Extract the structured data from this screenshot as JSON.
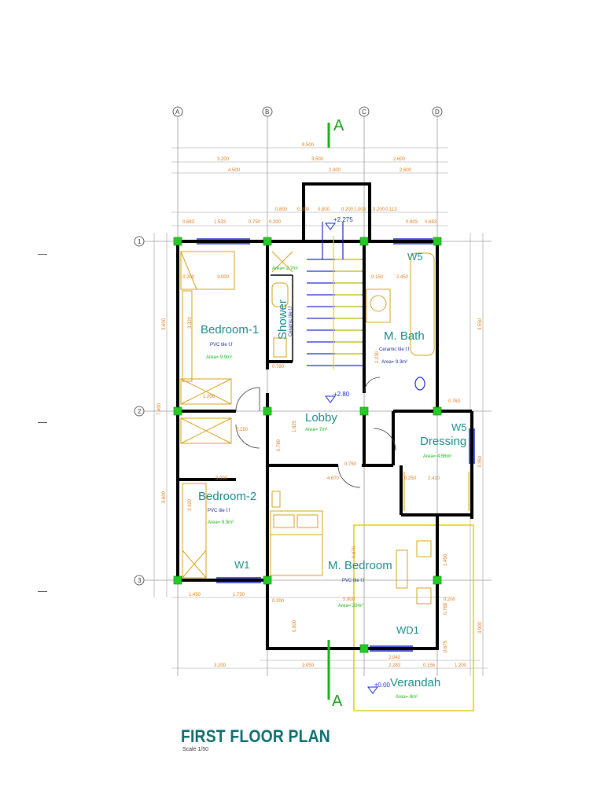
{
  "drawing": {
    "title": "FIRST FLOOR PLAN",
    "scale": "Scale 1/50"
  },
  "grid": {
    "columns": [
      "A",
      "B",
      "C",
      "D"
    ],
    "rows": [
      "1",
      "2",
      "3"
    ]
  },
  "section_marks": {
    "top": "A",
    "bottom": "A"
  },
  "rooms": {
    "bedroom1": {
      "name": "Bedroom-1",
      "finish": "PVC tile f.f",
      "area": "Area= 9.9m²"
    },
    "bedroom2": {
      "name": "Bedroom-2",
      "finish": "PVC tile f.f",
      "area": "Area= 9.9m²"
    },
    "shower": {
      "name": "Shower",
      "finish": "Ceramic tile f.f",
      "area": "Area= 2.7m²"
    },
    "mbath": {
      "name": "M. Bath",
      "finish": "Ceramic tile f.f",
      "area": "Area= 9.3m²"
    },
    "lobby": {
      "name": "Lobby",
      "area": "Area= 7m²"
    },
    "dressing": {
      "name": "Dressing",
      "area": "Area= 4.56m²"
    },
    "mbedroom": {
      "name": "M. Bedroom",
      "finish": "PVC tile f.f",
      "area": "Area= 20m²"
    },
    "verandah": {
      "name": "Verandah",
      "area": "Area= 8m²"
    }
  },
  "openings": {
    "w5_top": "W5",
    "w5_right": "W5",
    "w1": "W1",
    "wd1": "WD1"
  },
  "levels": {
    "stair_top": "+2.275",
    "lobby": "+2.80",
    "verandah": "±0.00"
  },
  "dimensions": {
    "top_total": "9.500",
    "top_row2": [
      "3.200",
      "3.500",
      "2.600"
    ],
    "top_row3": [
      "4.500",
      "2.400",
      "2.600"
    ],
    "top_detail": [
      "0.683",
      "1.533",
      "0.750",
      "0.200",
      "0.800",
      "0.200",
      "0.800",
      "0.200",
      "1.003",
      "0.200",
      "0.113",
      "0.803",
      "0.683"
    ],
    "left_side": [
      "3.600",
      "7.400",
      "3.600"
    ],
    "right_side": [
      "3.550",
      "3.350",
      "3.900"
    ],
    "bottom": [
      "1.450",
      "1.750",
      "3.200",
      "3.050",
      "2.283",
      "0.156",
      "1.200"
    ],
    "interior": [
      "0.200",
      "3.000",
      "3.320",
      "2.450",
      "0.150",
      "1.200",
      "0.780",
      "1.825",
      "0.150",
      "0.750",
      "4.670",
      "2.410",
      "0.250",
      "0.763",
      "2.042",
      "0.200",
      "5.900",
      "3.000",
      "3.320",
      "2.230",
      "1.450",
      "0.768",
      "0.870",
      "0.675",
      "0.200",
      "0.800",
      "0.780"
    ]
  }
}
